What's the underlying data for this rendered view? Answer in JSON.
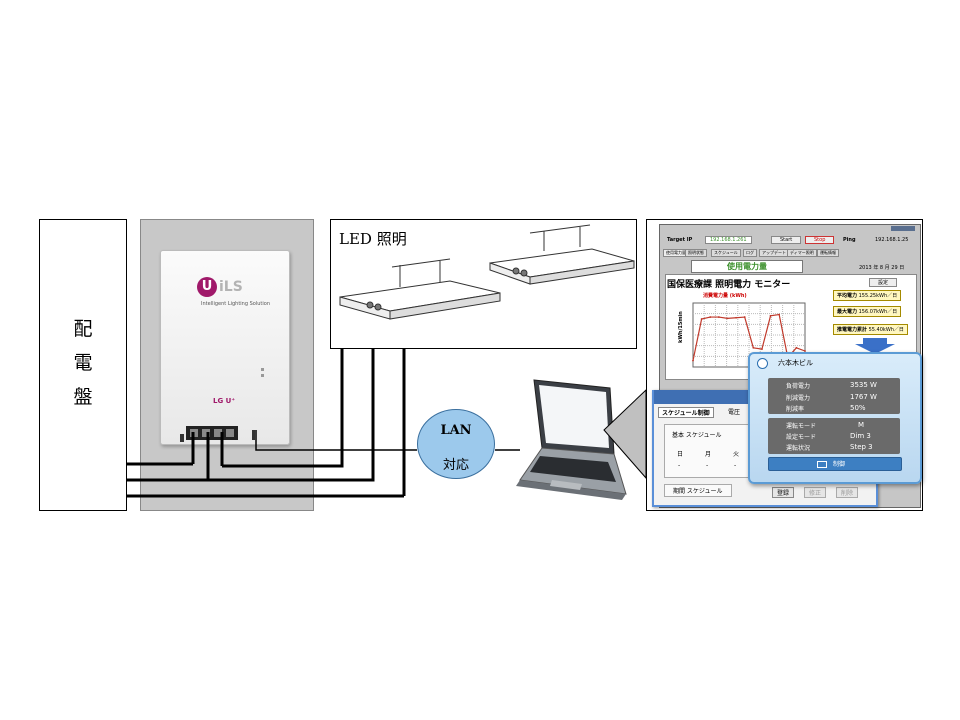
{
  "panel": {
    "chars": [
      "配",
      "電",
      "盤"
    ]
  },
  "controller": {
    "logo_mark": "U",
    "logo_text": "iLS",
    "subtitle": "Intelligent Lighting Solution",
    "brand": "LG U⁺"
  },
  "led": {
    "label": "LED 照明"
  },
  "lan": {
    "line1": "LAN",
    "line2": "対応"
  },
  "monitor": {
    "top_bar": {
      "target_label": "Target IP",
      "target_ip": "192.168.1.261",
      "start": "Start",
      "stop": "Stop",
      "ping_label": "Ping",
      "ping_ip": "192.168.1.25"
    },
    "tabs": [
      "使用電力量",
      "照明状態",
      "スケジュール",
      "ログ",
      "アップデート",
      "ディマー照明",
      "運転情報"
    ],
    "section_title": "使用電力量",
    "date": "2013 年 8 月 29 日",
    "main_title": "国保医療課 照明電力 モニター",
    "chart_title": "消費電力量 (kWh)",
    "yaxis": "kWh/15min",
    "settings_btn": "設定",
    "stats": [
      {
        "label": "平均電力",
        "value": "155.25kWh／日"
      },
      {
        "label": "最大電力",
        "value": "156.07kWh／日"
      },
      {
        "label": "推電電力累計",
        "value": "55.40kWh／日"
      }
    ]
  },
  "schedule": {
    "tabs": [
      "スケジュール制御",
      "電圧"
    ],
    "basic": "基本 スケジュール",
    "days": [
      "日",
      "月",
      "火"
    ],
    "cells": [
      "-",
      "-",
      "-"
    ],
    "period": "期間 スケジュール",
    "buttons": [
      "登録",
      "修正",
      "削除"
    ]
  },
  "popup": {
    "title": "六本木ビル",
    "rows1": [
      {
        "label": "負荷電力",
        "value": "3535 W"
      },
      {
        "label": "削減電力",
        "value": "1767 W"
      },
      {
        "label": "削減率",
        "value": "50%"
      }
    ],
    "rows2": [
      {
        "label": "運転モード",
        "value": "M"
      },
      {
        "label": "設定モード",
        "value": "Dim 3"
      },
      {
        "label": "運転状況",
        "value": "Step 3"
      }
    ],
    "control_btn": "制御"
  },
  "chart_data": {
    "type": "line",
    "title": "消費電力量 (kWh)",
    "ylabel": "kWh/15min",
    "series": [
      {
        "values": [
          0.1,
          0.75,
          0.78,
          0.78,
          0.76,
          0.77,
          0.78,
          0.3,
          0.28,
          0.8,
          0.82,
          0.15,
          0.3,
          0.25
        ]
      }
    ],
    "ylim": [
      0,
      1
    ]
  }
}
